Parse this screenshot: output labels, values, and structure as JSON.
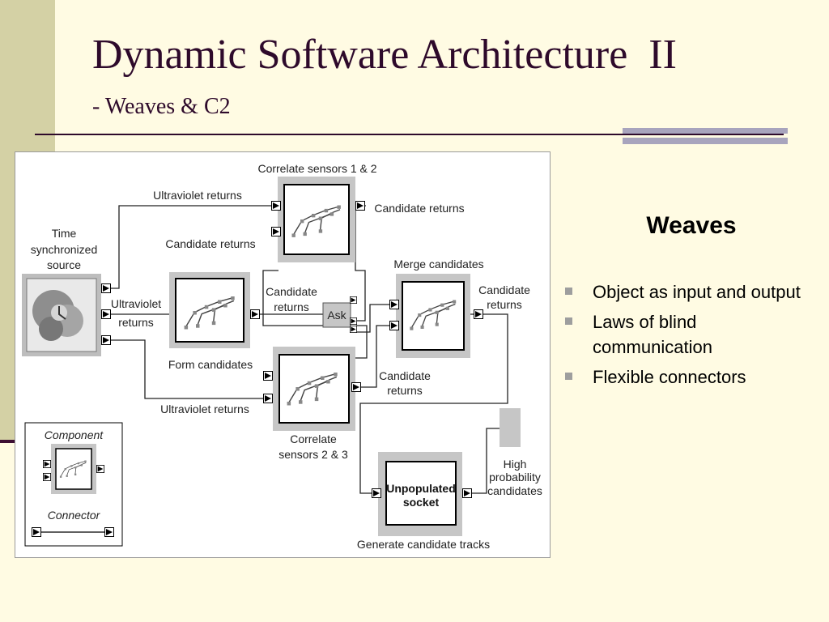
{
  "slide": {
    "title": "Dynamic Software Architecture  II",
    "subtitle": "- Weaves & C2"
  },
  "panel": {
    "heading": "Weaves",
    "bullets": [
      "Object as input and output",
      "Laws of blind communication",
      "Flexible connectors"
    ]
  },
  "diagram": {
    "labels": {
      "correlate_12": "Correlate sensors 1 & 2",
      "uv_returns_top": "Ultraviolet returns",
      "candidate_returns_c12_out": "Candidate returns",
      "candidate_returns_ask_back": "Candidate returns",
      "time_source": [
        "Time",
        "synchronized",
        "source"
      ],
      "merge_candidates": "Merge candidates",
      "uv_returns_mid": [
        "Ultraviolet",
        "returns"
      ],
      "candidate_returns_to_ask": [
        "Candidate",
        "returns"
      ],
      "ask": "Ask",
      "candidate_returns_merge_out": [
        "Candidate",
        "returns"
      ],
      "form_candidates": "Form candidates",
      "candidate_returns_c23_out": [
        "Candidate",
        "returns"
      ],
      "uv_returns_bottom": "Ultraviolet returns",
      "correlate_23": [
        "Correlate",
        "sensors 2 & 3"
      ],
      "high_prob": [
        "High",
        "probability",
        "candidates"
      ],
      "unpopulated_socket": [
        "Unpopulated",
        "socket"
      ],
      "generate_tracks": "Generate candidate tracks",
      "legend_component": "Component",
      "legend_connector": "Connector"
    }
  },
  "colors": {
    "background": "#fffbe3",
    "left_bar": "#d4d1a5",
    "title": "#2e0a2b",
    "stripe": "#a8a4bd",
    "component_frame": "#c6c6c6"
  }
}
